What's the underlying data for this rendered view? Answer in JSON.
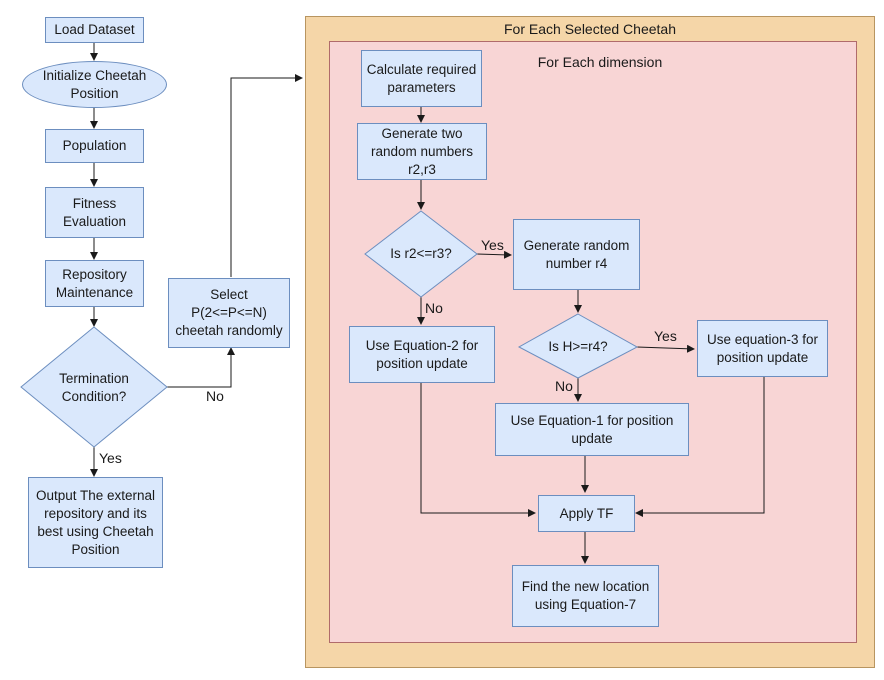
{
  "containers": {
    "outer_title": "For Each Selected Cheetah",
    "inner_title": "For Each dimension"
  },
  "nodes": {
    "load_dataset": "Load Dataset",
    "initialize": "Initialize Cheetah Position",
    "population": "Population",
    "fitness": "Fitness Evaluation",
    "repository": "Repository Maintenance",
    "termination": "Termination Condition?",
    "output": "Output The external repository and its best using Cheetah Position",
    "select": "Select P(2<=P<=N) cheetah randomly",
    "calculate": "Calculate required parameters",
    "generate_two": "Generate two random numbers r2,r3",
    "is_r2": "Is r2<=r3?",
    "generate_r4": "Generate random number r4",
    "eq2": "Use Equation-2 for position update",
    "is_h": "Is H>=r4?",
    "eq3": "Use equation-3 for position update",
    "eq1": "Use Equation-1 for position update",
    "apply_tf": "Apply TF",
    "find_new": "Find the new location using Equation-7"
  },
  "edge_labels": {
    "termination_no": "No",
    "termination_yes": "Yes",
    "r2_yes": "Yes",
    "r2_no": "No",
    "h_yes": "Yes",
    "h_no": "No"
  }
}
